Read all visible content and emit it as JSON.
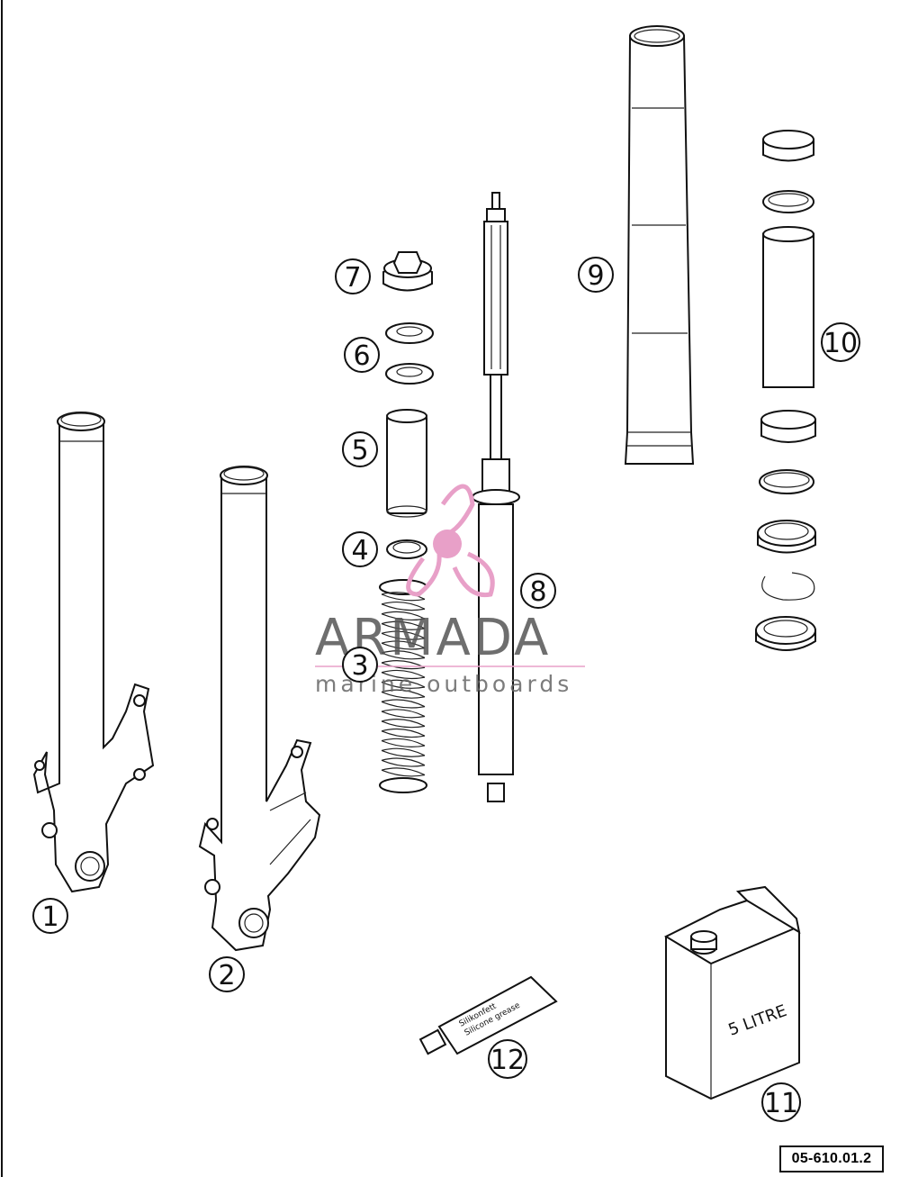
{
  "drawing_number": "05-610.01.2",
  "callouts": [
    "1",
    "2",
    "3",
    "4",
    "5",
    "6",
    "7",
    "8",
    "9",
    "10",
    "11",
    "12"
  ],
  "can_label": "5 LITRE",
  "tube_label_line1": "Silikonfett",
  "tube_label_line2": "Silicone grease",
  "watermark": {
    "brand": "ARMADA",
    "tagline": "marine outboards",
    "color": "#e8a0c8"
  }
}
